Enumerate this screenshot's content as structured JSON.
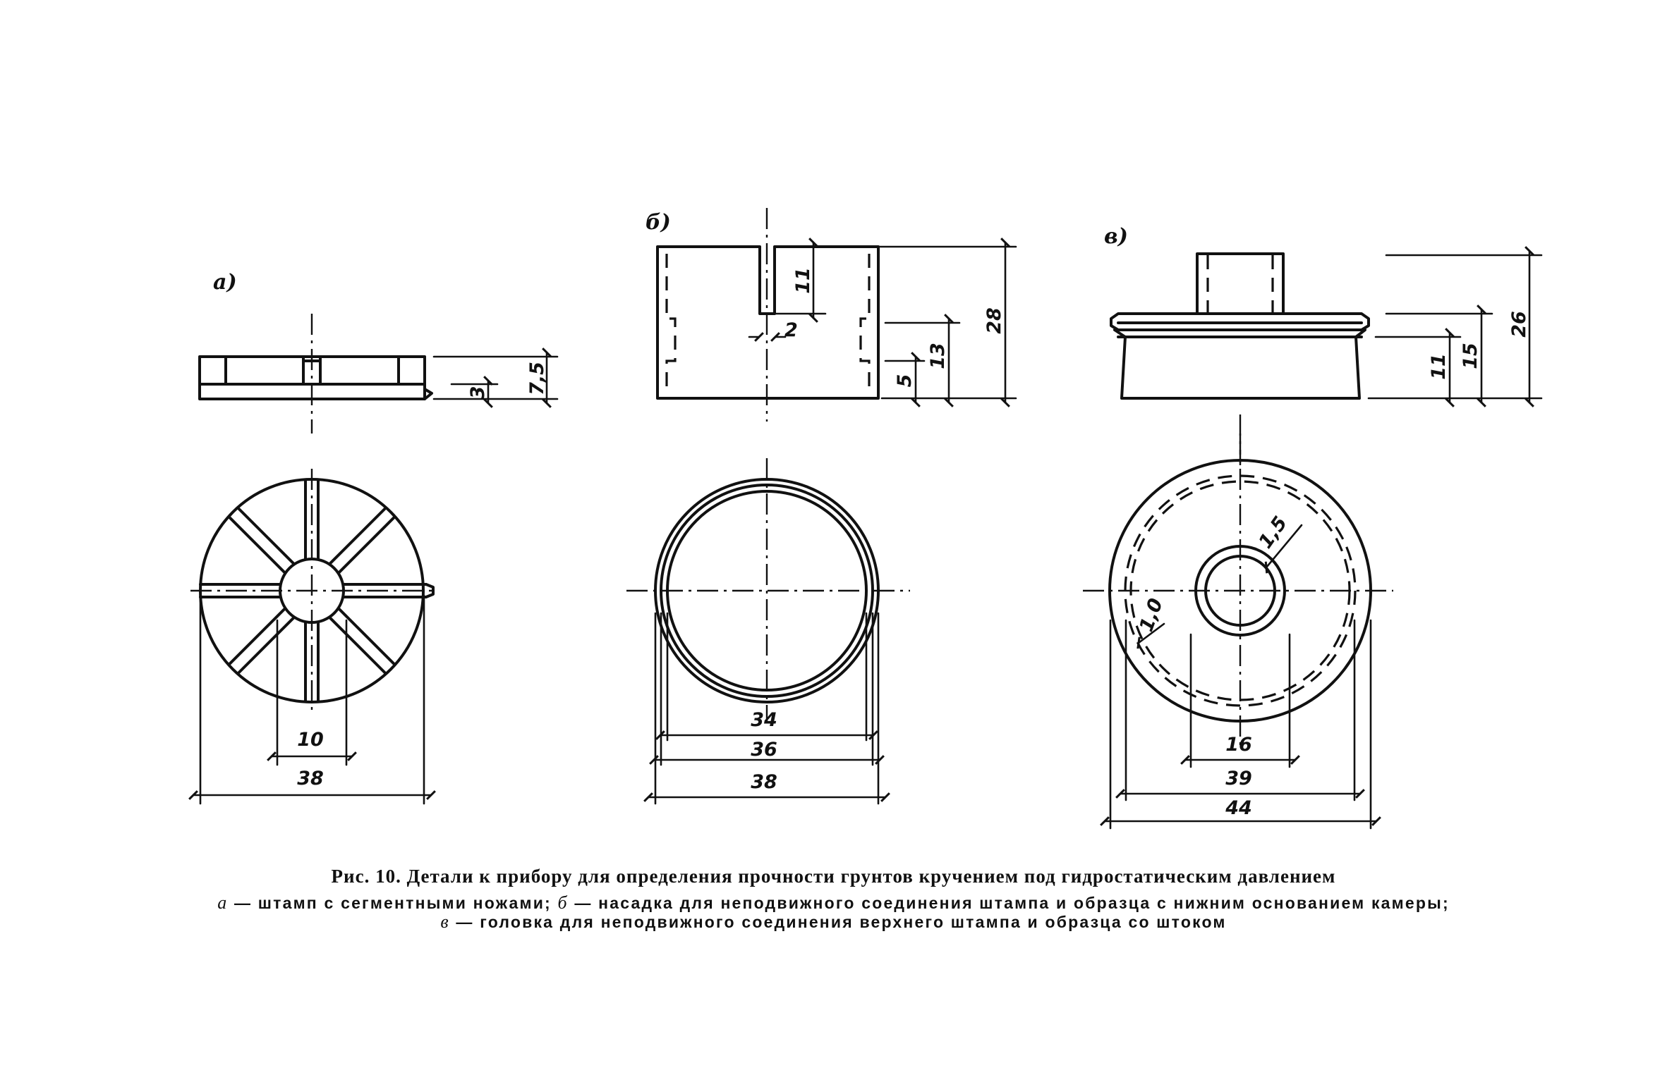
{
  "figure": {
    "title": "Рис. 10. Детали к прибору для определения прочности грунтов кручением под гидростатическим давлением",
    "legend": [
      {
        "key": "а",
        "text": " — штамп с сегментными ножами;"
      },
      {
        "key": "б",
        "text": " — насадка для неподвижного соединения штампа и образца с нижним основанием камеры;"
      },
      {
        "key": "в",
        "text": " — головка для неподвижного соединения верхнего штампа и образца со штоком"
      }
    ]
  },
  "parts": {
    "a": {
      "label": "а)",
      "dims": {
        "h_total": "7,5",
        "h_base": "3",
        "hub": "10",
        "diameter": "38"
      }
    },
    "b": {
      "label": "б)",
      "dims": {
        "slot_depth": "11",
        "slot_width": "2",
        "h_total": "28",
        "h_step": "13",
        "h_low": "5",
        "d_inner": "34",
        "d_mid": "36",
        "d_outer": "38"
      }
    },
    "c": {
      "label": "в)",
      "dims": {
        "h_total": "26",
        "h_mid": "15",
        "h_low": "11",
        "wall": "1,5",
        "gap": "1,0",
        "d_hub": "16",
        "d_mid": "39",
        "d_outer": "44"
      }
    }
  }
}
